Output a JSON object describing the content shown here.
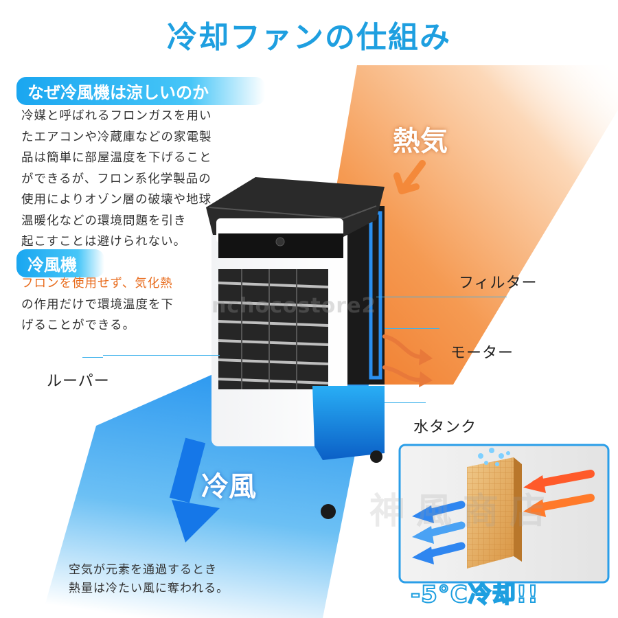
{
  "title": "冷却ファンの仕組み",
  "why": {
    "heading": "なぜ冷風機は涼しいのか",
    "lines": [
      "冷媒と呼ばれるフロンガスを用い",
      "たエアコンや冷蔵庫などの家電製",
      "品は簡単に部屋温度を下げること",
      "ができるが、フロン系化学製品の",
      "使用によりオゾン層の破壊や地球",
      "温暖化などの環境問題を引き",
      "起こすことは避けられない。"
    ]
  },
  "fan": {
    "heading": "冷風機",
    "line1": "フロンを使用せず、気化熱",
    "line2": "の作用だけで環境温度を下",
    "line3": "げることができる。"
  },
  "labels": {
    "hot_air": "熱気",
    "filter": "フィルター",
    "motor": "モーター",
    "louver": "ルーパー",
    "water_tank": "水タンク",
    "cold_air": "冷風",
    "cooling": "-5°C冷却!!"
  },
  "bottom": {
    "line1": "空気が元素を通過するとき",
    "line2": "熱量は冷たい風に奪われる。"
  },
  "watermark": {
    "store": "nchocostore2",
    "shop": "神風商店"
  },
  "colors": {
    "accent_blue": "#1e9fe0",
    "heat_orange": "#f07a2a",
    "cold_blue": "#1577e8"
  }
}
